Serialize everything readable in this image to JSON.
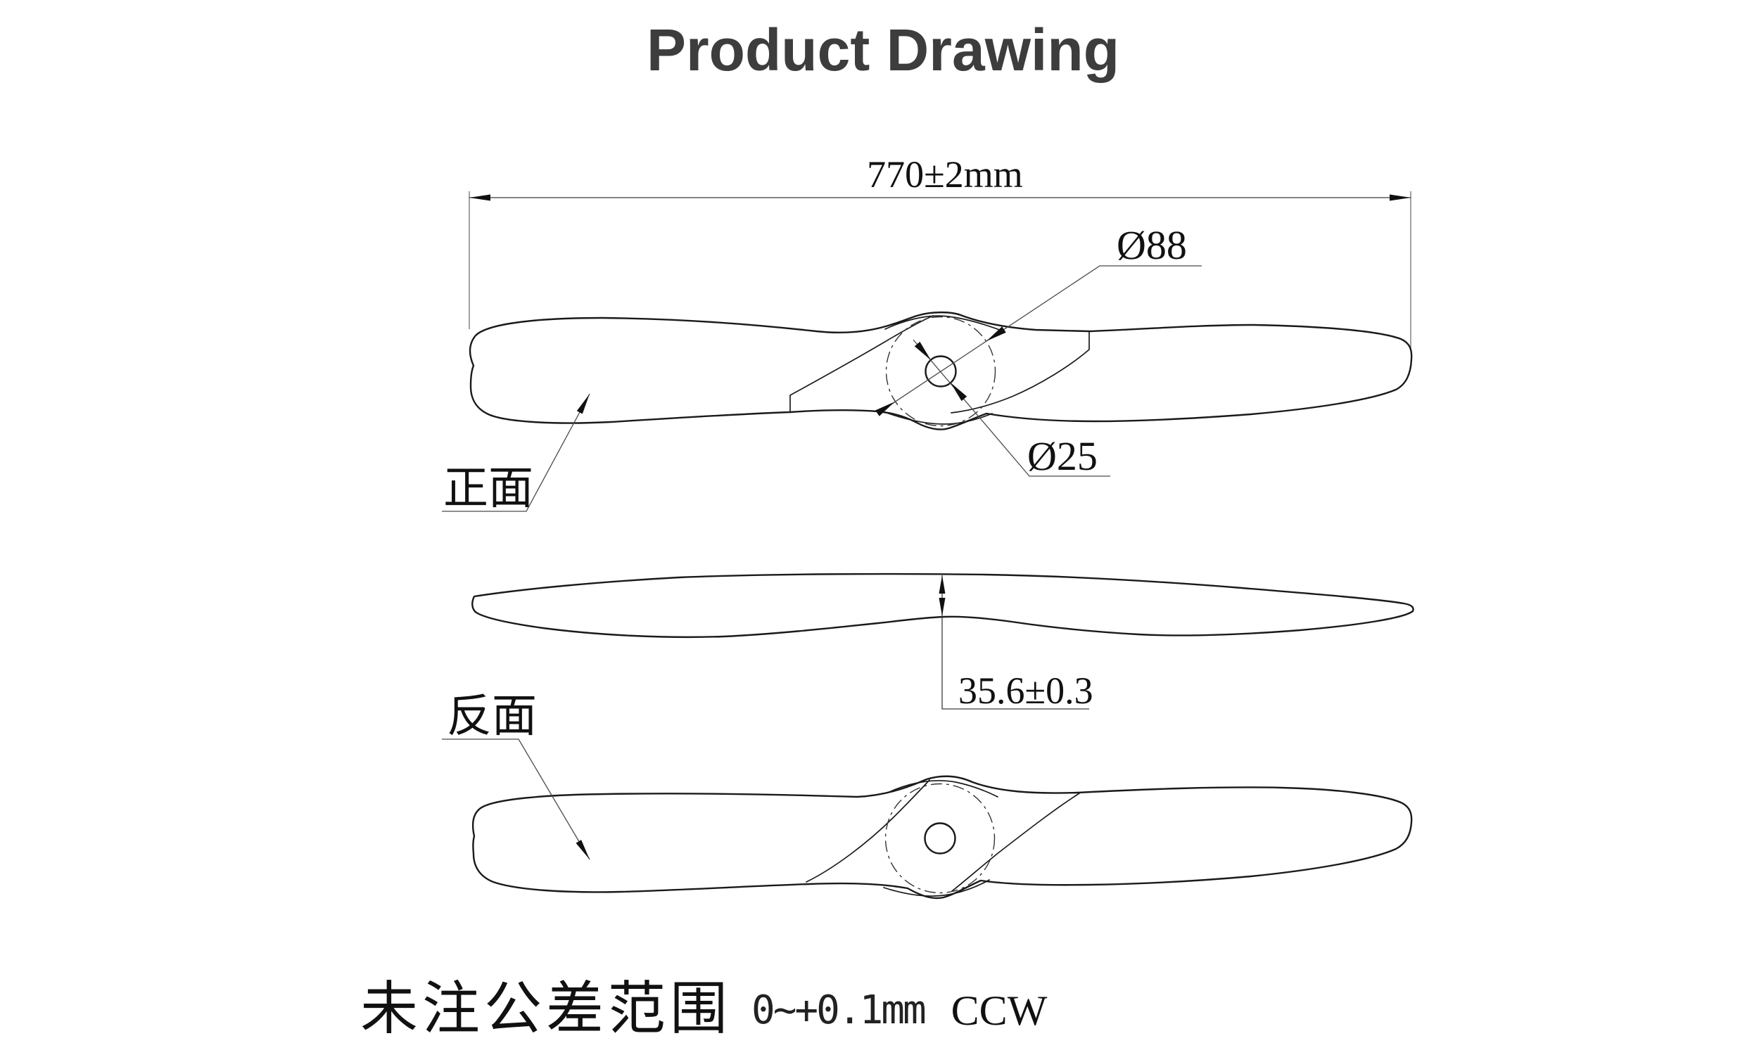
{
  "title": "Product Drawing",
  "views": {
    "front": {
      "label": "正面"
    },
    "back": {
      "label": "反面"
    }
  },
  "dimensions": {
    "overall_length": "770±2mm",
    "hub_diameter": "Ø88",
    "bore_diameter": "Ø25",
    "hub_thickness": "35.6±0.3"
  },
  "notes": {
    "tolerance_label": "未注公差范围",
    "tolerance_value": "0~+0.1mm",
    "rotation": "CCW"
  },
  "colors": {
    "line": "#1a1a1a",
    "title": "#3d3d3d",
    "background": "#ffffff"
  }
}
